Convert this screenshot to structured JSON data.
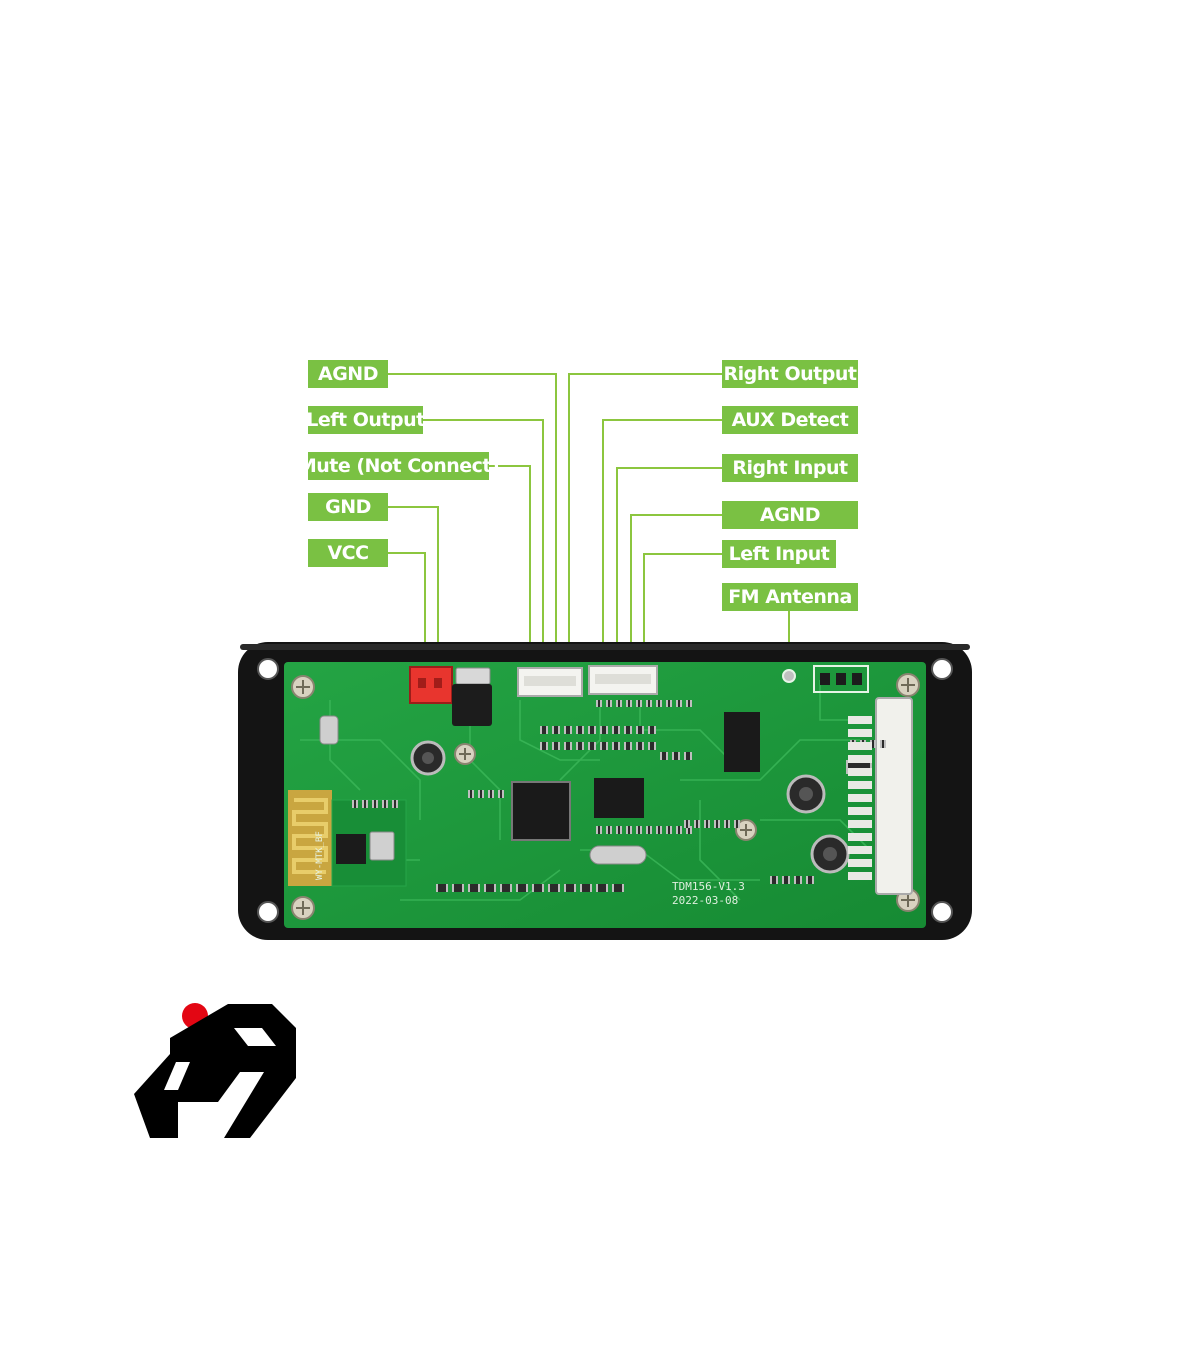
{
  "labels_left": [
    {
      "id": "agnd-1",
      "text": "AGND"
    },
    {
      "id": "left-output",
      "text": "Left Output"
    },
    {
      "id": "mute",
      "text": "Mute (Not Connect)"
    },
    {
      "id": "gnd",
      "text": "GND"
    },
    {
      "id": "vcc",
      "text": "VCC"
    }
  ],
  "labels_right": [
    {
      "id": "right-output",
      "text": "Right Output"
    },
    {
      "id": "aux-detect",
      "text": "AUX Detect"
    },
    {
      "id": "right-input",
      "text": "Right Input"
    },
    {
      "id": "agnd-2",
      "text": "AGND"
    },
    {
      "id": "left-input",
      "text": "Left Input"
    },
    {
      "id": "fm-antenna",
      "text": "FM Antenna"
    }
  ],
  "board": {
    "model": "TDM156-V1.3",
    "date": "2022-03-08",
    "bt_module": "WY-MTK_BF"
  },
  "colors": {
    "label_green": "#7ac143",
    "leader_line": "#8cc63f",
    "pcb_green": "#1f9a3c",
    "frame_black": "#141414",
    "logo_red": "#e30613"
  }
}
